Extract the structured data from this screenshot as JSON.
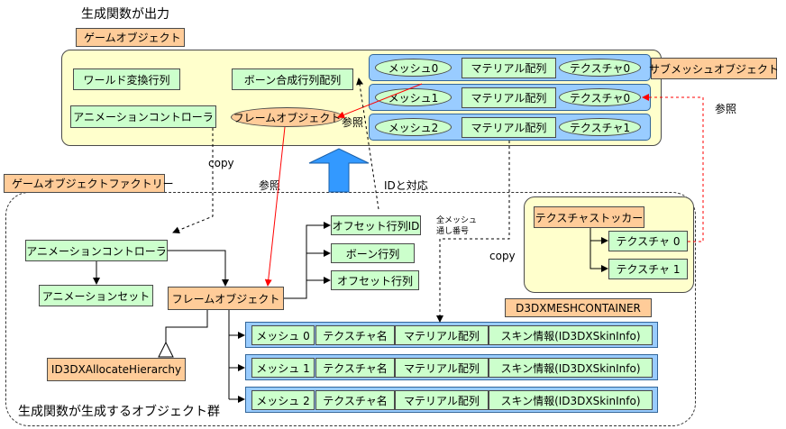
{
  "title": "生成関数が出力",
  "footer_label": "生成関数が生成するオブジェクト群",
  "game_object": {
    "label": "ゲームオブジェクト",
    "world_matrix": "ワールド変換行列",
    "bone_matrix_array": "ボーン合成行列配列",
    "anim_controller": "アニメーションコントローラ",
    "frame_object": "フレームオブジェクト",
    "ref_label": "参照",
    "submeshes": [
      {
        "mesh": "メッシュ0",
        "material": "マテリアル配列",
        "texture": "テクスチャ0"
      },
      {
        "mesh": "メッシュ1",
        "material": "マテリアル配列",
        "texture": "テクスチャ0"
      },
      {
        "mesh": "メッシュ2",
        "material": "マテリアル配列",
        "texture": "テクスチャ1"
      }
    ],
    "submesh_label": "サブメッシュオブジェクト"
  },
  "connector_labels": {
    "copy_left": "copy",
    "ref_middle": "参照",
    "id_map": "IDと対応",
    "copy_right": "copy",
    "ref_right": "参照"
  },
  "factory": {
    "label": "ゲームオブジェクトファクトリー",
    "anim_controller": "アニメーションコントローラ",
    "anim_set": "アニメーションセット",
    "frame_object": "フレームオブジェクト",
    "allocate_hierarchy": "ID3DXAllocateHierarchy",
    "offset_matrix_id": "オフセット行列ID",
    "offset_note_1": "全メッシュ",
    "offset_note_2": "通し番号",
    "bone_matrix": "ボーン行列",
    "offset_matrix": "オフセット行列",
    "mesh_container_label": "D3DXMESHCONTAINER",
    "containers": [
      {
        "mesh": "メッシュ 0",
        "texname": "テクスチャ名",
        "material": "マテリアル配列",
        "skin": "スキン情報(ID3DXSkinInfo)"
      },
      {
        "mesh": "メッシュ 1",
        "texname": "テクスチャ名",
        "material": "マテリアル配列",
        "skin": "スキン情報(ID3DXSkinInfo)"
      },
      {
        "mesh": "メッシュ 2",
        "texname": "テクスチャ名",
        "material": "マテリアル配列",
        "skin": "スキン情報(ID3DXSkinInfo)"
      }
    ]
  },
  "texture_stocker": {
    "label": "テクスチャストッカー",
    "items": [
      "テクスチャ 0",
      "テクスチャ 1"
    ]
  },
  "colors": {
    "green_box": "#ccffcc",
    "orange_box": "#ffcc99",
    "yellow_panel": "#ffffcc",
    "blue_row": "#99ccff",
    "big_arrow": "#3399ff",
    "ref_arrow": "#ff0000"
  }
}
